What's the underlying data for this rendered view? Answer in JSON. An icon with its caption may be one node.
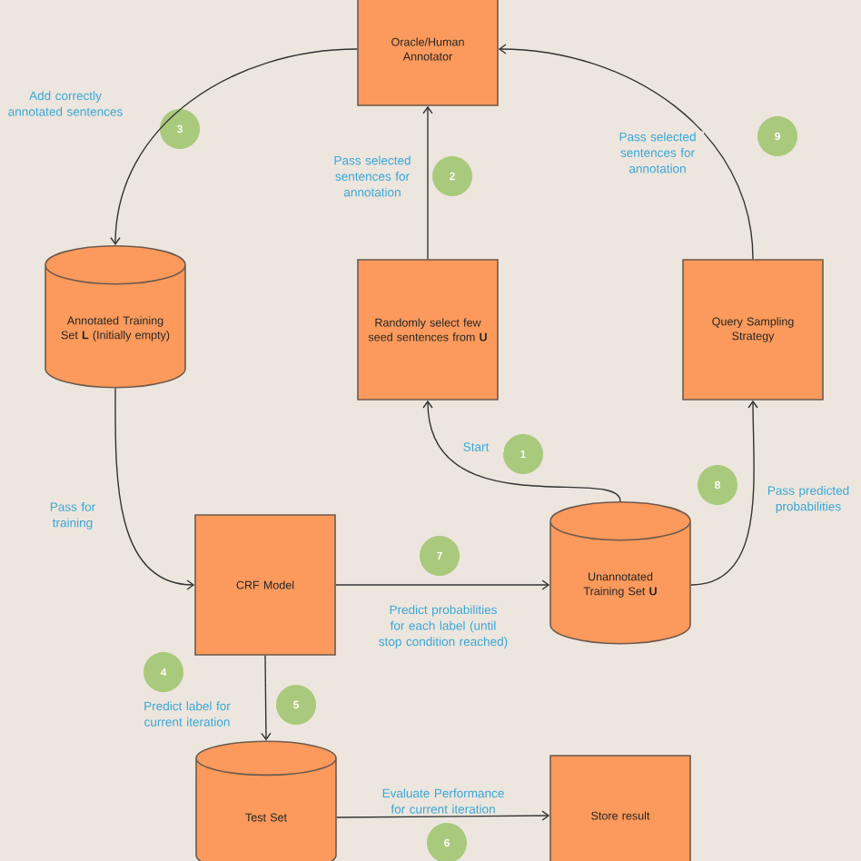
{
  "diagram": {
    "nodes": [
      {
        "text": [
          "Oracle/Human Annotator"
        ]
      },
      {
        "text": [
          "Annotated Training Set **L** (Initially empty)"
        ]
      },
      {
        "text": [
          "Randomly select few seed sentences from **U**"
        ]
      },
      {
        "text": [
          "Query Sampling Strategy"
        ]
      },
      {
        "text": [
          "CRF Model"
        ]
      },
      {
        "text": [
          "Unannotated Training Set **U**"
        ]
      },
      {
        "text": [
          "Test Set"
        ]
      },
      {
        "text": [
          "Store result"
        ]
      },
      {
        "text": [
          "1"
        ]
      },
      {
        "text": [
          "2"
        ]
      },
      {
        "text": [
          "3"
        ]
      },
      {
        "text": [
          "4"
        ]
      },
      {
        "text": [
          "5"
        ]
      },
      {
        "text": [
          "6"
        ]
      },
      {
        "text": [
          "7"
        ]
      },
      {
        "text": [
          "8"
        ]
      },
      {
        "text": [
          "9"
        ]
      }
    ],
    "edges": [
      {
        "from": 0,
        "to": 1,
        "arrow": "to",
        "label": "Add correctly annotated sentences"
      },
      {
        "from": 2,
        "to": 0,
        "arrow": "to",
        "label": "Pass selected sentences for annotation"
      },
      {
        "from": 3,
        "to": 0,
        "arrow": "to",
        "label": "Pass selected sentences for annotation"
      },
      {
        "from": 5,
        "to": 2,
        "arrow": "to",
        "label": "Start"
      },
      {
        "from": 1,
        "to": 4,
        "arrow": "to",
        "label": "Pass for training"
      },
      {
        "from": 4,
        "to": 5,
        "arrow": "to",
        "label": "Predict probabilities for each label (until stop condition reached)"
      },
      {
        "from": 5,
        "to": 3,
        "arrow": "to",
        "label": "Pass predicted probabilities"
      },
      {
        "from": 4,
        "to": 6,
        "arrow": "to",
        "label": "Predict label for current iteration"
      },
      {
        "from": 6,
        "to": 7,
        "arrow": "to",
        "label": "Evaluate Performance for current iteration"
      }
    ]
  }
}
